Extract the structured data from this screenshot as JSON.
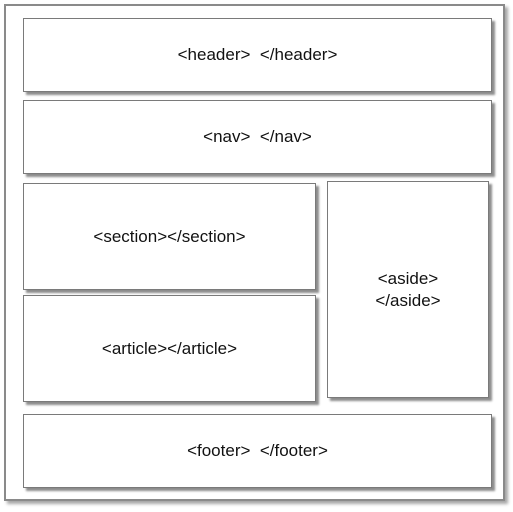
{
  "layout_diagram": {
    "header": {
      "label": "<header>  </header>"
    },
    "nav": {
      "label": "<nav>  </nav>"
    },
    "section": {
      "label": "<section></section>"
    },
    "article": {
      "label": "<article></article>"
    },
    "aside": {
      "line1": "<aside>",
      "line2": "</aside>"
    },
    "footer": {
      "label": "<footer>  </footer>"
    }
  },
  "colors": {
    "border": "#7a7a7a",
    "background": "#ffffff",
    "text": "#111111"
  }
}
